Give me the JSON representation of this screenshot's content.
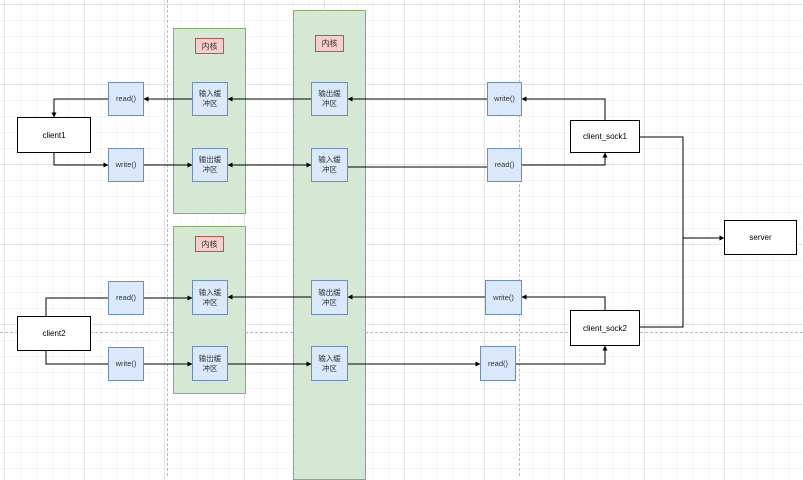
{
  "labels": {
    "kernel": "内核",
    "input_buffer": "输入缓冲区",
    "output_buffer": "输出缓冲区",
    "read": "read()",
    "write": "write()"
  },
  "nodes": {
    "client1": "client1",
    "client2": "client2",
    "client_sock1": "client_sock1",
    "client_sock2": "client_sock2",
    "server": "server"
  },
  "colors": {
    "kernel_fill": "#d5e8d4",
    "kernel_stroke": "#82b366",
    "tag_fill": "#f8cecc",
    "tag_stroke": "#b85450",
    "buffer_fill": "#dae8fc",
    "buffer_stroke": "#6c8ebf",
    "line": "#000000"
  }
}
